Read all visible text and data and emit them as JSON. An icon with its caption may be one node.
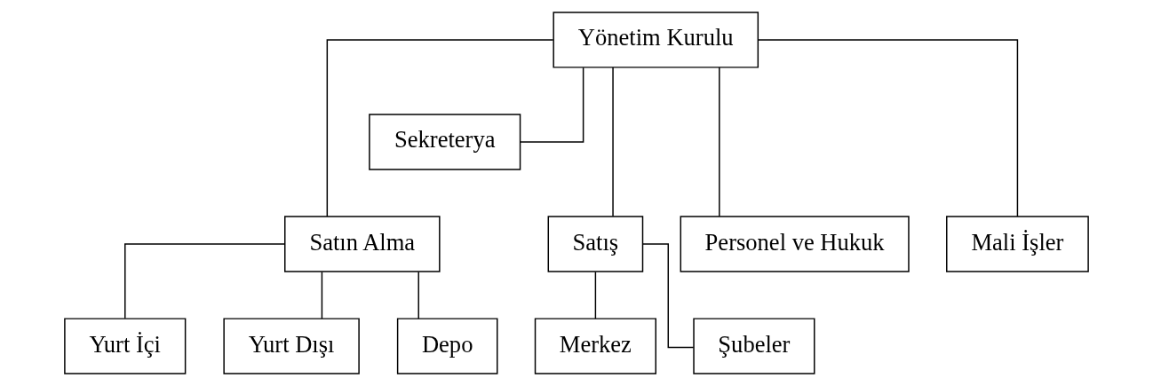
{
  "diagram": {
    "nodes": [
      {
        "text": [
          "Yönetim Kurulu"
        ]
      },
      {
        "text": [
          "Sekreterya"
        ]
      },
      {
        "text": [
          "Satın Alma"
        ]
      },
      {
        "text": [
          "Satış"
        ]
      },
      {
        "text": [
          "Personel ve Hukuk"
        ]
      },
      {
        "text": [
          "Mali İşler"
        ]
      },
      {
        "text": [
          "Yurt İçi"
        ]
      },
      {
        "text": [
          "Yurt Dışı"
        ]
      },
      {
        "text": [
          "Depo"
        ]
      },
      {
        "text": [
          "Merkez"
        ]
      },
      {
        "text": [
          "Şubeler"
        ]
      }
    ],
    "edges": [
      {
        "from": 0,
        "to": 1,
        "arrow": "none"
      },
      {
        "from": 0,
        "to": 2,
        "arrow": "none"
      },
      {
        "from": 0,
        "to": 3,
        "arrow": "none"
      },
      {
        "from": 0,
        "to": 4,
        "arrow": "none"
      },
      {
        "from": 0,
        "to": 5,
        "arrow": "none"
      },
      {
        "from": 2,
        "to": 6,
        "arrow": "none"
      },
      {
        "from": 2,
        "to": 7,
        "arrow": "none"
      },
      {
        "from": 2,
        "to": 8,
        "arrow": "none"
      },
      {
        "from": 3,
        "to": 9,
        "arrow": "none"
      },
      {
        "from": 3,
        "to": 10,
        "arrow": "none"
      }
    ]
  }
}
